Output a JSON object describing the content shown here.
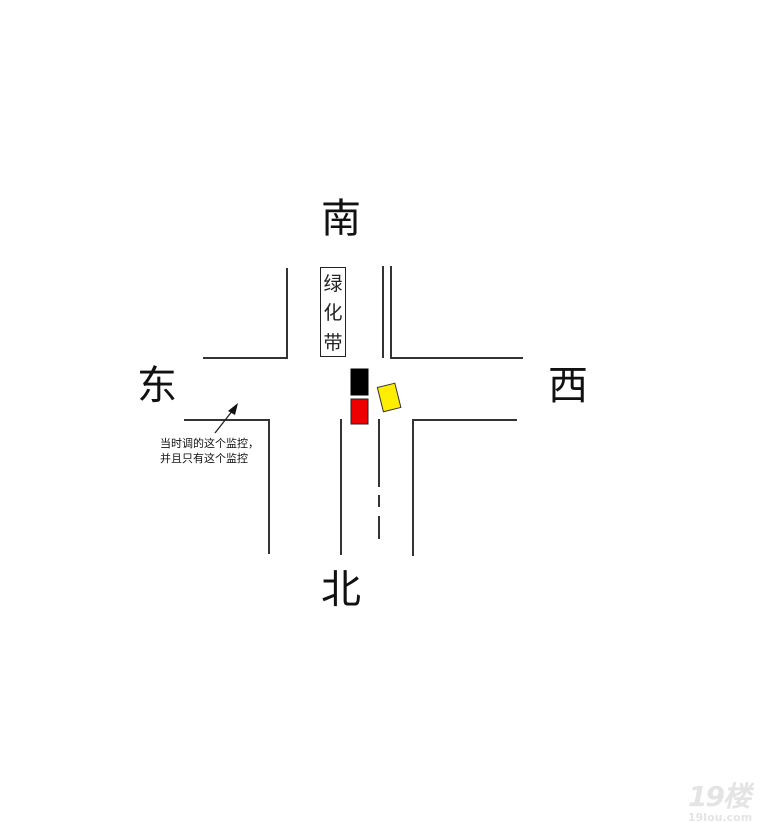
{
  "directions": {
    "north_label_top": "南",
    "south_label_bottom": "北",
    "left": "东",
    "right": "西"
  },
  "median": {
    "chars": [
      "绿",
      "化",
      "带"
    ]
  },
  "annotation": {
    "line1": "当时调的这个监控，",
    "line2": "并且只有这个监控"
  },
  "vehicles": [
    {
      "name": "black-car",
      "color": "#000000"
    },
    {
      "name": "red-car",
      "color": "#ee0000"
    },
    {
      "name": "yellow-car",
      "color": "#ffee00"
    }
  ],
  "watermark": {
    "logo": "19楼",
    "site": "19lou.com"
  }
}
